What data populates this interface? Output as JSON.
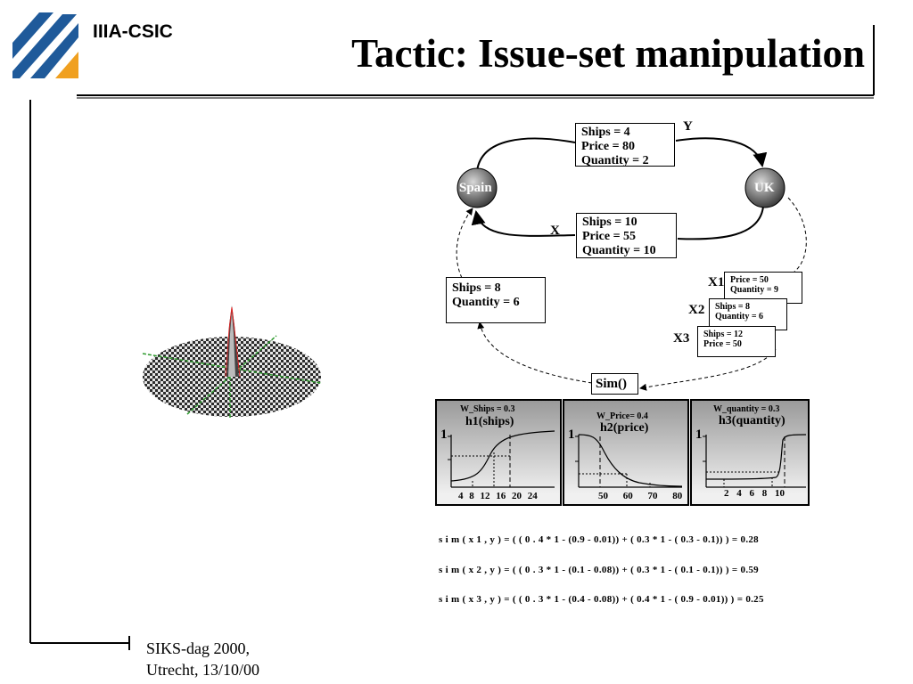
{
  "header": {
    "brand": "IIIA-CSIC",
    "title": "Tactic: Issue-set manipulation"
  },
  "diagram": {
    "nodes": {
      "spain": "Spain",
      "uk": "UK"
    },
    "offer_y": {
      "label": "Y",
      "lines": [
        "Ships = 4",
        "Price = 80",
        "Quantity = 2"
      ]
    },
    "offer_x": {
      "label": "X",
      "lines": [
        "Ships = 10",
        "Price = 55",
        "Quantity = 10"
      ]
    },
    "offer_left": {
      "lines": [
        "Ships = 8",
        "Quantity = 6"
      ]
    },
    "candidates": [
      {
        "label": "X1",
        "lines": [
          "Price = 50",
          "Quantity = 9"
        ]
      },
      {
        "label": "X2",
        "lines": [
          "Ships = 8",
          "Quantity = 6"
        ]
      },
      {
        "label": "X3",
        "lines": [
          "Ships = 12",
          "Price = 50"
        ]
      }
    ],
    "sim_label": "Sim()"
  },
  "panels": [
    {
      "weight": "W_Ships = 0.3",
      "name": "h1(ships)",
      "one": "1",
      "ticks": [
        "4",
        "8",
        "12",
        "16",
        "20",
        "24"
      ]
    },
    {
      "weight": "W_Price= 0.4",
      "name": "h2(price)",
      "one": "1",
      "ticks": [
        "50",
        "60",
        "70",
        "80"
      ]
    },
    {
      "weight": "W_quantity = 0.3",
      "name": "h3(quantity)",
      "one": "1",
      "ticks": [
        "2",
        "4",
        "6",
        "8",
        "10"
      ]
    }
  ],
  "formulas": [
    "s i m ( x 1 , y ) = ( ( 0 . 4 * 1 - (0.9 - 0.01)) + ( 0.3 * 1 - ( 0.3 - 0.1)) ) = 0.28",
    "s i m ( x 2 , y ) = ( ( 0 . 3 * 1 - (0.1 - 0.08)) + ( 0.3 * 1 - ( 0.1 - 0.1)) ) = 0.59",
    "s i m ( x 3 , y ) = ( ( 0 . 3 * 1 - (0.4 - 0.08)) + ( 0.4 * 1 - ( 0.9 - 0.01)) ) = 0.25"
  ],
  "footer": {
    "line1": "SIKS-dag 2000,",
    "line2": "Utrecht, 13/10/00"
  },
  "colors": {
    "logo_blue": "#1f5a9a",
    "logo_orange": "#f0a020",
    "node_gray": "#555555"
  }
}
